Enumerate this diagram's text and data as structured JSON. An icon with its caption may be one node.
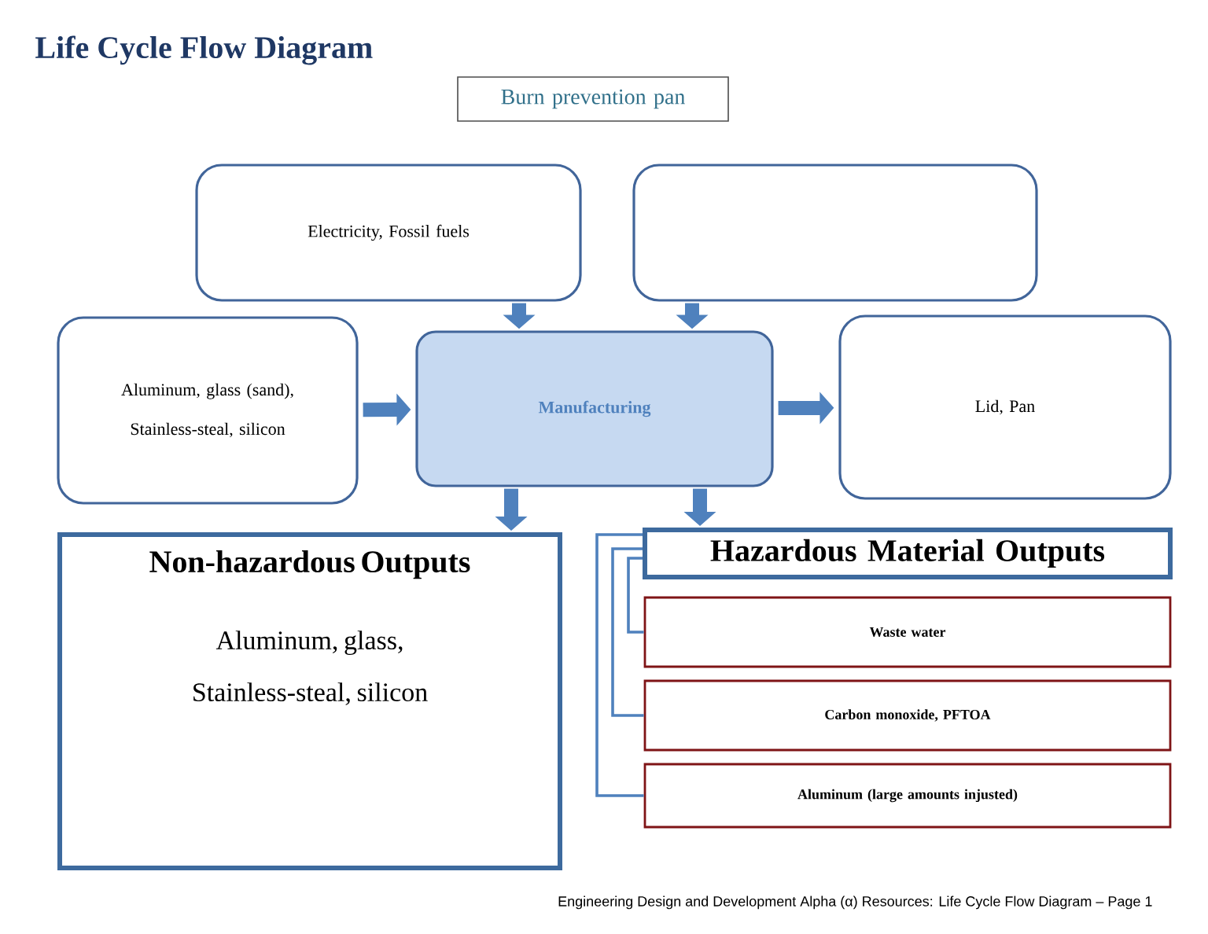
{
  "diagram": {
    "title": "Life Cycle Flow Diagram",
    "nodes": [
      {
        "text": [
          "Burn prevention pan"
        ]
      },
      {
        "text": [
          "Electricity, Fossil fuels"
        ]
      },
      {
        "text": [],
        "shape": "box"
      },
      {
        "text": [
          "Aluminum, glass (sand), Stainless-steal, silicon"
        ]
      },
      {
        "text": [
          "Manufacturing"
        ]
      },
      {
        "text": [
          "Lid, Pan"
        ]
      },
      {
        "text": [
          "Non-hazardous Outputs",
          "Aluminum, glass, Stainless-steal, silicon"
        ]
      },
      {
        "text": [
          "Hazardous Material Outputs"
        ]
      },
      {
        "text": [
          "Waste water"
        ]
      },
      {
        "text": [
          "Carbon monoxide, PFTOA"
        ]
      },
      {
        "text": [
          "Aluminum (large amounts injusted)"
        ]
      }
    ],
    "edges": [
      {
        "from": 1,
        "to": 4,
        "arrow": "to"
      },
      {
        "from": 2,
        "to": 4,
        "arrow": "to"
      },
      {
        "from": 3,
        "to": 4,
        "arrow": "to"
      },
      {
        "from": 4,
        "to": 5,
        "arrow": "to"
      },
      {
        "from": 4,
        "to": 6,
        "arrow": "to"
      },
      {
        "from": 4,
        "to": 7,
        "arrow": "to"
      },
      {
        "from": 7,
        "to": 8,
        "arrow": "none"
      },
      {
        "from": 7,
        "to": 9,
        "arrow": "none"
      },
      {
        "from": 7,
        "to": 10,
        "arrow": "none"
      }
    ],
    "labels": [
      "Engineering Design and Development Alpha (α) Resources: Life Cycle Flow Diagram – Page 1"
    ]
  }
}
